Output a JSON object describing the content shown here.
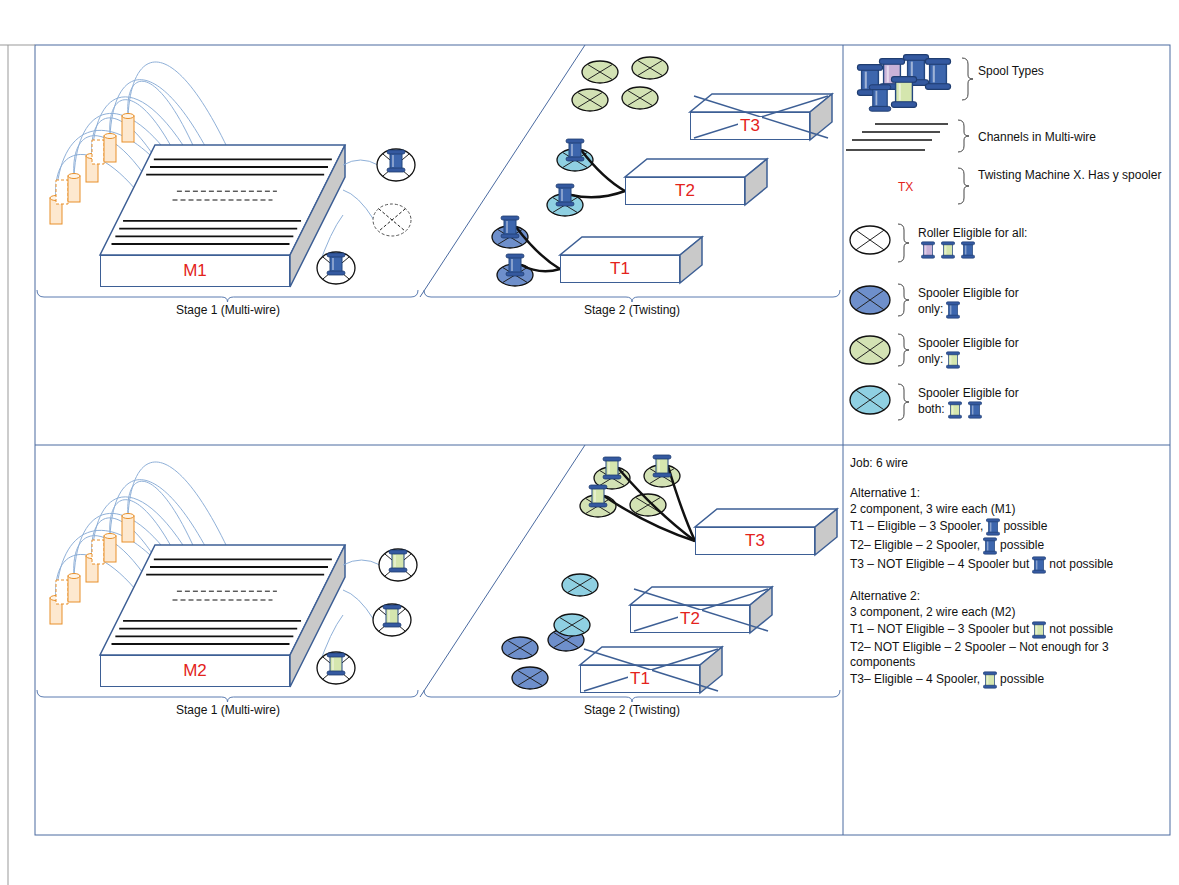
{
  "diagram": {
    "nodes": [
      {
        "text": [
          "M1"
        ]
      },
      {
        "text": [
          "T1"
        ]
      },
      {
        "text": [
          "T2"
        ]
      },
      {
        "text": [
          "T3"
        ]
      },
      {
        "text": [
          "M2"
        ]
      },
      {
        "text": [
          "T1"
        ]
      },
      {
        "text": [
          "T2"
        ]
      },
      {
        "text": [
          "T3"
        ]
      }
    ],
    "labels": [
      "TX",
      "Stage 1 (Multi-wire)",
      "Stage 2 (Twisting)",
      "Stage 1 (Multi-wire)",
      "Stage 2 (Twisting)",
      "Job: 6 wire",
      "Alternative 1:",
      "2 component, 3 wire each (M1)",
      "T1 – Eligible – 3 Spooler,",
      "possible",
      "T2– Eligible – 2 Spooler,",
      "possible",
      "T3 – NOT Eligible – 4 Spooler but",
      "not possible",
      "Alternative 2:",
      "3 component, 2 wire each (M2)",
      "T1 – NOT Eligible – 3 Spooler but",
      "not possible",
      "T2– NOT Eligible – 2 Spooler – Not enough for 3 components",
      "T3– Eligible – 4 Spooler,",
      "possible"
    ],
    "legend": [
      {
        "text": "Spool Types"
      },
      {
        "text": "Channels in Multi-wire"
      },
      {
        "text": "Twisting Machine X. Has y spooler"
      },
      {
        "text": "Roller Eligible for all:"
      },
      {
        "text": "Spooler Eligible for only:"
      },
      {
        "text": "Spooler Eligible for only:"
      },
      {
        "text": "Spooler Eligible for both:"
      }
    ]
  }
}
